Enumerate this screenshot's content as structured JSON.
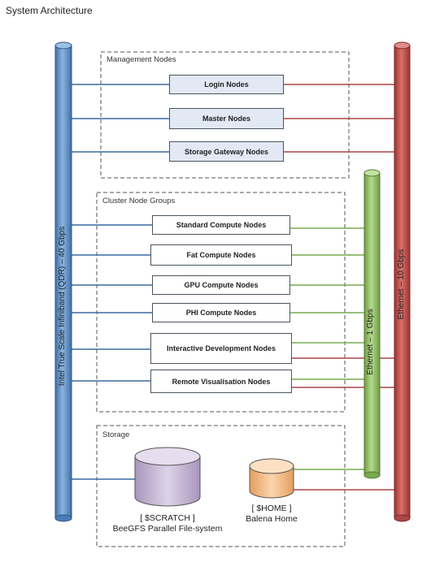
{
  "title": "System Architecture",
  "groups": {
    "management": "Management Nodes",
    "cluster": "Cluster Node Groups",
    "storage": "Storage"
  },
  "management_nodes": [
    "Login Nodes",
    "Master Nodes",
    "Storage Gateway Nodes"
  ],
  "cluster_nodes": [
    "Standard Compute Nodes",
    "Fat Compute Nodes",
    "GPU Compute Nodes",
    "PHI Compute Nodes",
    "Interactive Development Nodes",
    "Remote Visualisation Nodes"
  ],
  "networks": {
    "infiniband": "Intel True Scale Infiniband (QDR) – 40 Gbps",
    "ethernet_1g": "Ethernet – 1 Gbps",
    "ethernet_10g": "Ethernet – 10 Gbps"
  },
  "storage": {
    "scratch_line1": "[ $SCRATCH ]",
    "scratch_line2": "BeeGFS Parallel File-system",
    "home_line1": "[ $HOME ]",
    "home_line2": "Balena Home"
  },
  "colors": {
    "infiniband": "#5b8fc9",
    "ethernet_1g": "#93c265",
    "ethernet_10g": "#c0504d",
    "scratch_disk": "#cdbfdb",
    "home_disk": "#f5c192"
  }
}
